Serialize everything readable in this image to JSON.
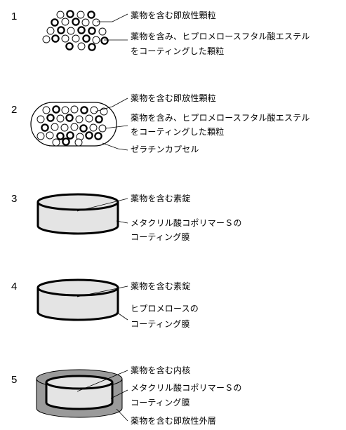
{
  "figures": [
    {
      "number": "1",
      "labels": [
        "薬物を含む即放性顆粒",
        "薬物を含み、ヒプロメロースフタル酸エステル",
        "をコーティングした顆粒"
      ]
    },
    {
      "number": "2",
      "labels": [
        "薬物を含む即放性顆粒",
        "薬物を含み、ヒプロメロースフタル酸エステル",
        "をコーティングした顆粒",
        "ゼラチンカプセル"
      ]
    },
    {
      "number": "3",
      "labels": [
        "薬物を含む素錠",
        "メタクリル酸コポリマーＳの",
        "コーティング膜"
      ]
    },
    {
      "number": "4",
      "labels": [
        "薬物を含む素錠",
        "ヒプロメロースの",
        "コーティング膜"
      ]
    },
    {
      "number": "5",
      "labels": [
        "薬物を含む内核",
        "メタクリル酸コポリマーＳの",
        "コーティング膜",
        "薬物を含む即放性外層"
      ]
    }
  ],
  "colors": {
    "tablet_fill": "#e4e4e4",
    "outer_layer": "#9a9a9a",
    "stroke": "#000000"
  }
}
